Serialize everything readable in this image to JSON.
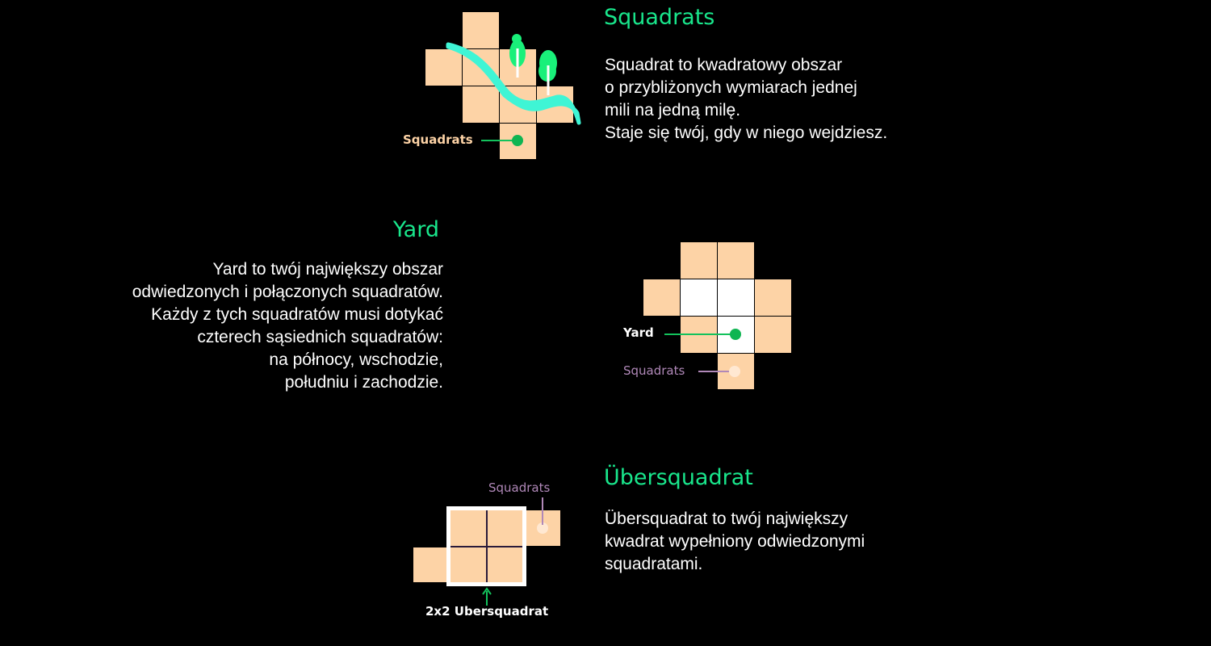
{
  "colors": {
    "accent": "#19e68c",
    "cell": "#fdd3a6",
    "yard": "#ffffff",
    "muted_label": "#b088b8",
    "river": "#3ff5d5"
  },
  "squadrats": {
    "title": "Squadrats",
    "lines": [
      "Squadrat to kwadratowy obszar",
      "o przybliżonych wymiarach jednej",
      "mili na jedną milę.",
      "Staje się twój, gdy w niego wejdziesz."
    ],
    "diagram_label": "Squadrats"
  },
  "yard": {
    "title": "Yard",
    "lines": [
      "Yard to twój największy obszar",
      "odwiedzonych i połączonych squadratów.",
      "Każdy z tych squadratów musi dotykać",
      "czterech sąsiednich squadratów:",
      "na północy, wschodzie,",
      "południu i zachodzie."
    ],
    "diagram_label_yard": "Yard",
    "diagram_label_squadrats": "Squadrats"
  },
  "ubersquadrat": {
    "title": "Übersquadrat",
    "lines": [
      "Übersquadrat to twój największy",
      "kwadrat wypełniony odwiedzonymi",
      "squadratami."
    ],
    "diagram_label_squadrats": "Squadrats",
    "diagram_label_uber": "2x2 Ubersquadrat"
  }
}
